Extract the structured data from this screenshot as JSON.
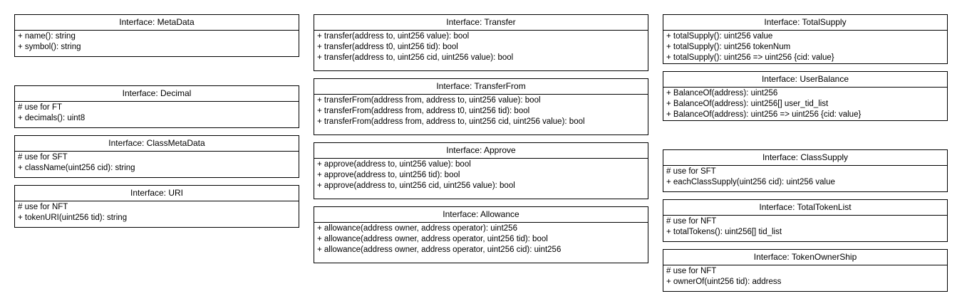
{
  "boxes": [
    {
      "title": "Interface: MetaData",
      "lines": [
        "+ name(): string",
        "+ symbol(): string"
      ]
    },
    {
      "title": "Interface: Decimal",
      "lines": [
        "# use for FT",
        "+ decimals(): uint8"
      ]
    },
    {
      "title": "Interface: ClassMetaData",
      "lines": [
        "# use for SFT",
        "+ className(uint256 cid): string"
      ]
    },
    {
      "title": "Interface: URI",
      "lines": [
        "# use for NFT",
        "+ tokenURI(uint256 tid): string"
      ]
    },
    {
      "title": "Interface: Transfer",
      "lines": [
        "+ transfer(address to, uint256 value): bool",
        "+ transfer(address t0, uint256 tid): bool",
        "+ transfer(address to, uint256 cid, uint256 value): bool"
      ]
    },
    {
      "title": "Interface: TransferFrom",
      "lines": [
        "+ transferFrom(address from, address to, uint256 value): bool",
        "+ transferFrom(address from, address t0, uint256 tid): bool",
        "+ transferFrom(address from, address to, uint256 cid, uint256 value): bool"
      ]
    },
    {
      "title": "Interface: Approve",
      "lines": [
        "+ approve(address to, uint256 value): bool",
        "+ approve(address to, uint256 tid): bool",
        "+ approve(address to, uint256 cid, uint256 value): bool"
      ]
    },
    {
      "title": "Interface: Allowance",
      "lines": [
        "+ allowance(address owner, address operator): uint256",
        "+ allowance(address owner, address operator, uint256 tid): bool",
        "+ allowance(address owner, address operator, uint256 cid): uint256"
      ]
    },
    {
      "title": "Interface: TotalSupply",
      "lines": [
        "+ totalSupply(): uint256 value",
        "+ totalSupply(): uint256 tokenNum",
        "+ totalSupply(): uint256 => uint256 {cid: value}"
      ]
    },
    {
      "title": "Interface: UserBalance",
      "lines": [
        "+ BalanceOf(address): uint256",
        "+ BalanceOf(address): uint256[] user_tid_list",
        "+ BalanceOf(address): uint256 => uint256 {cid: value}"
      ]
    },
    {
      "title": "Interface: ClassSupply",
      "lines": [
        "# use for SFT",
        "+ eachClassSupply(uint256 cid): uint256 value"
      ]
    },
    {
      "title": "Interface: TotalTokenList",
      "lines": [
        "# use for NFT",
        "+ totalTokens(): uint256[] tid_list"
      ]
    },
    {
      "title": "Interface: TokenOwnerShip",
      "lines": [
        "# use for NFT",
        "+ ownerOf(uint256 tid): address"
      ]
    }
  ]
}
